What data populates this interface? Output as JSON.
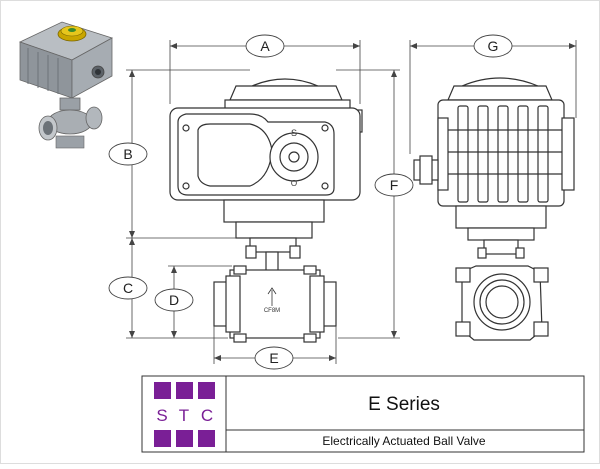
{
  "dimensions": {
    "A": "A",
    "B": "B",
    "C": "C",
    "D": "D",
    "E": "E",
    "F": "F",
    "G": "G"
  },
  "indicator": {
    "S": "S",
    "O": "O"
  },
  "body_mark": "CF8M",
  "title_block": {
    "logo_letters": [
      "S",
      "T",
      "C"
    ],
    "series": "E Series",
    "description": "Electrically Actuated Ball Valve"
  },
  "colors": {
    "brand_purple": "#7a1f96",
    "line": "#333333",
    "iso_gray": "#9aa0a6"
  }
}
